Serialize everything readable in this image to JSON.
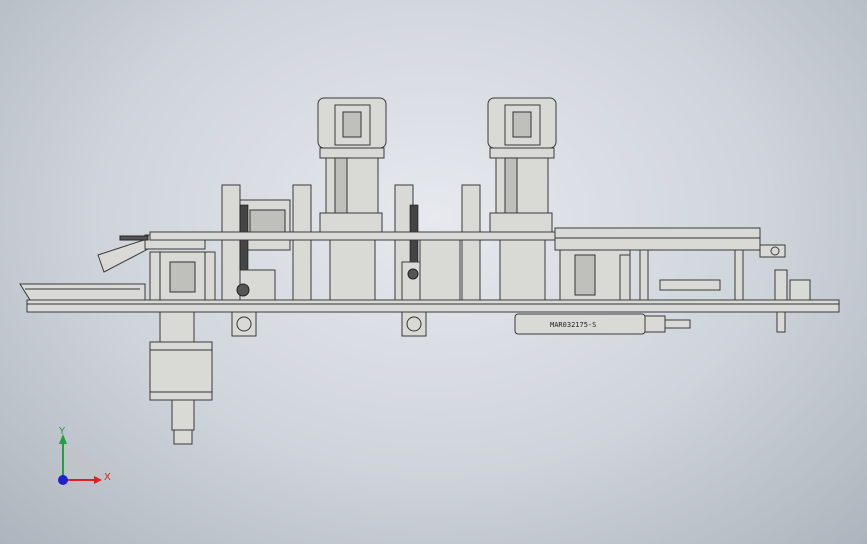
{
  "axes": {
    "x_label": "X",
    "y_label": "Y",
    "colors": {
      "x": "#e02020",
      "y": "#20a040",
      "z": "#2020d0"
    }
  },
  "cylinder_label": "MAR032175-S",
  "colors": {
    "part_fill": "#d9d9d5",
    "part_stroke": "#3a3a3a",
    "background": "#cfd4db"
  }
}
